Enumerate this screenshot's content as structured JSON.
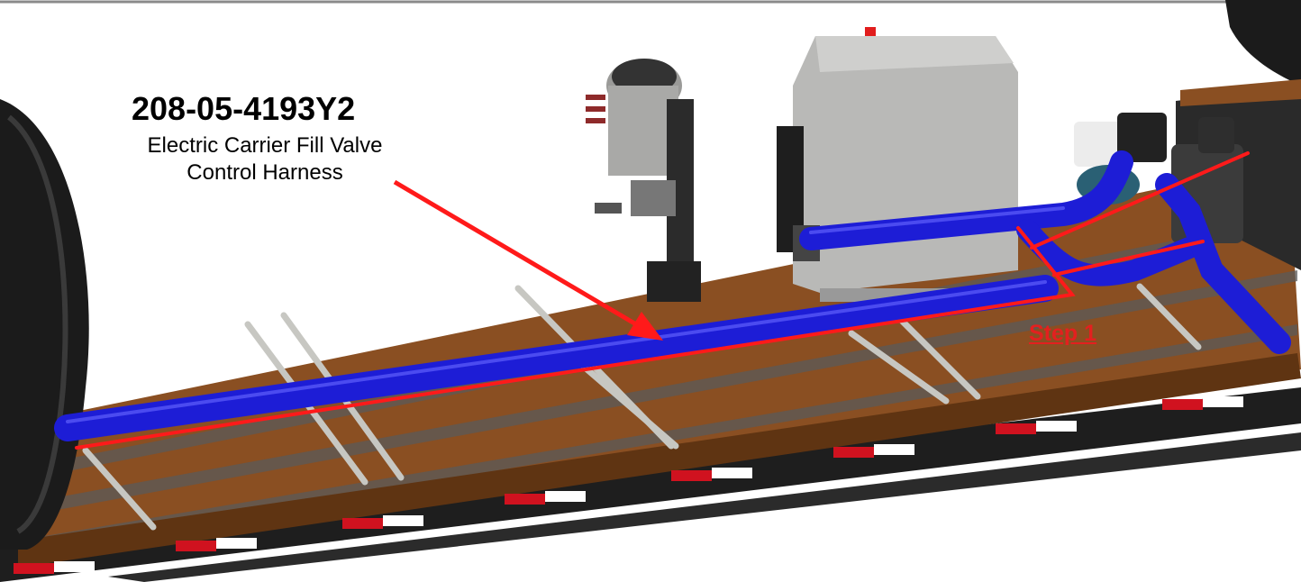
{
  "callout": {
    "part_number": "208-05-4193Y2",
    "description_line1": "Electric Carrier Fill Valve",
    "description_line2": "Control Harness"
  },
  "step_label": "Step 1",
  "colors": {
    "deck": "#8a4f22",
    "deck_dark": "#5f3412",
    "pipe": "#1d1dd6",
    "harness_line": "#ff1a1a",
    "frame": "#1e1e1e",
    "machine_grey": "#b9b9b7",
    "reflector_red": "#d0121f",
    "reflector_white": "#ffffff"
  },
  "icons": [
    "trailer-deck-illustration",
    "water-pump-icon",
    "engine-icon",
    "generator-box-icon",
    "fuel-valve-column-icon",
    "tire-icon"
  ]
}
